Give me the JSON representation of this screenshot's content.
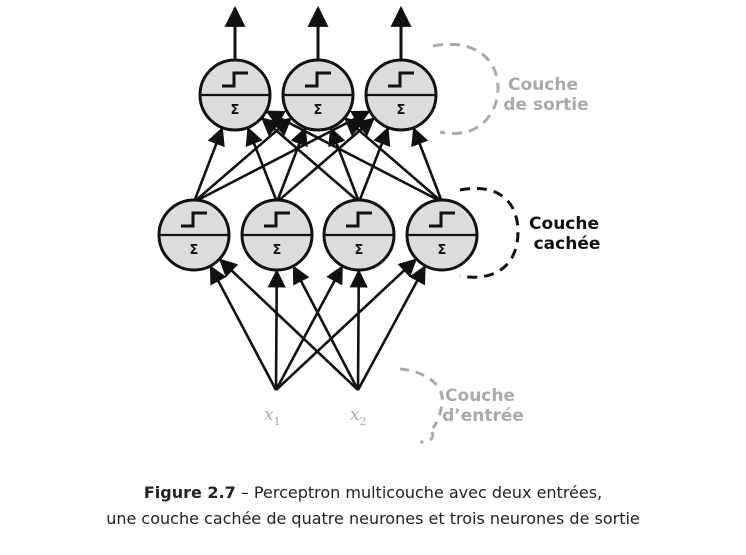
{
  "diagram": {
    "neuron_symbol": "Σ",
    "activation_icon": "step-function-icon",
    "output_arrow_count": 3,
    "layers": {
      "output": {
        "label_line1": "Couche",
        "label_line2": "de sortie",
        "neuron_count": 3,
        "label_color": "#aaaaaa",
        "brace_color": "#aaaaaa"
      },
      "hidden": {
        "label_line1": "Couche",
        "label_line2": "cachée",
        "neuron_count": 4,
        "label_color": "#111111",
        "brace_color": "#111111"
      },
      "input": {
        "label_line1": "Couche",
        "label_line2": "d’entrée",
        "label_color": "#aaaaaa",
        "brace_color": "#aaaaaa"
      }
    },
    "inputs": [
      {
        "name": "x",
        "subscript": "1"
      },
      {
        "name": "x",
        "subscript": "2"
      }
    ],
    "colors": {
      "neuron_fill": "#dcdcdc",
      "neuron_stroke": "#111111",
      "connection": "#111111",
      "input_text": "#aaaaaa"
    }
  },
  "caption": {
    "figure_number": "Figure 2.7",
    "separator": " – ",
    "line1": "Perceptron multicouche avec deux entrées,",
    "line2": "une couche cachée de quatre neurones et trois neurones de sortie"
  }
}
